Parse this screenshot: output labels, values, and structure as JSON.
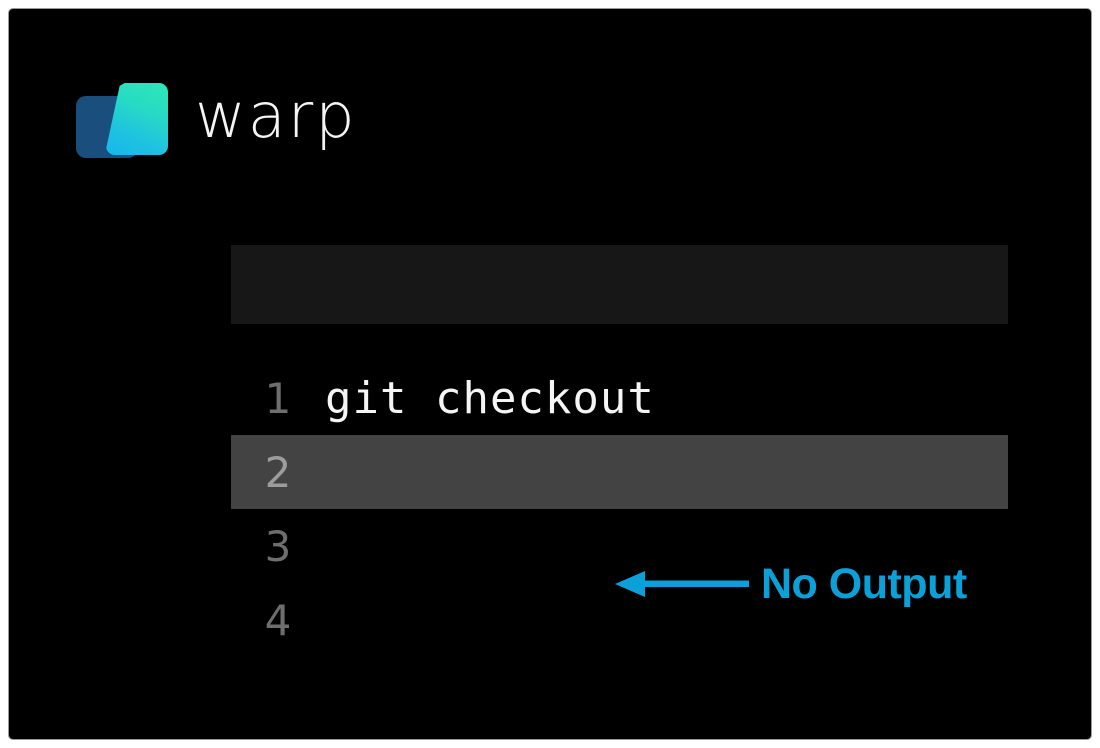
{
  "brand": {
    "name": "warp",
    "logo_icon": "warp-logo-icon",
    "logo_back_color": "#1a4f7d",
    "logo_gradient_from": "#2ee9b6",
    "logo_gradient_to": "#18b6ec"
  },
  "terminal": {
    "background_color": "#000000",
    "border_color": "#9a9a9a",
    "prompt_block": {
      "text": "",
      "background_color": "#171717"
    },
    "highlight_color": "#434343",
    "line_number_color": "#6e6e6e",
    "text_color": "#f5f5f5",
    "lines": [
      {
        "number": "1",
        "text": "git checkout",
        "highlighted": false
      },
      {
        "number": "2",
        "text": "",
        "highlighted": true
      },
      {
        "number": "3",
        "text": "",
        "highlighted": false
      },
      {
        "number": "4",
        "text": "",
        "highlighted": false
      }
    ]
  },
  "annotation": {
    "label": "No Output",
    "color": "#0ba0d8",
    "arrow_icon": "arrow-left-icon",
    "arrow_direction": "left"
  }
}
